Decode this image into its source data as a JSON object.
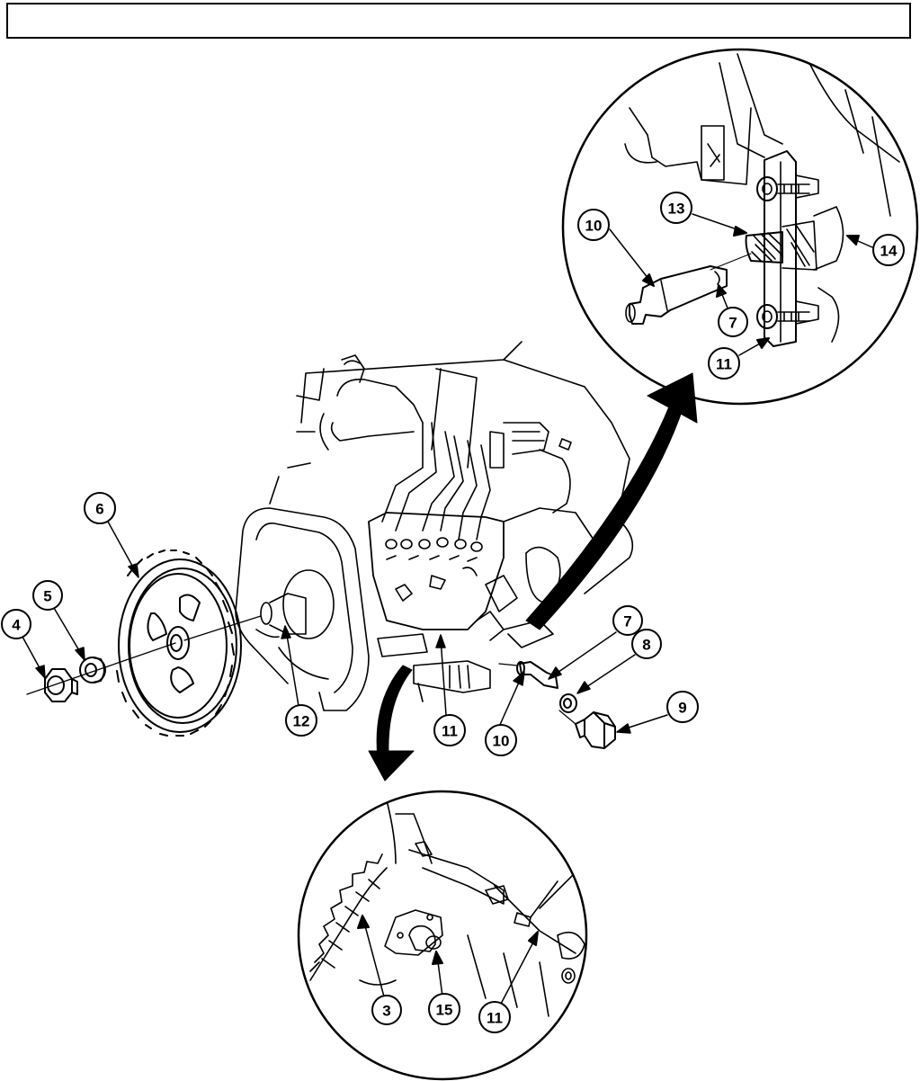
{
  "colors": {
    "ink": "#000000",
    "paper": "#ffffff"
  },
  "callouts": {
    "c4": "4",
    "c5": "5",
    "c6": "6",
    "c12": "12",
    "c11_main": "11",
    "c10_main": "10",
    "c7_main": "7",
    "c8": "8",
    "c9": "9",
    "c10_detail": "10",
    "c13": "13",
    "c14": "14",
    "c7_detail": "7",
    "c11_detail": "11",
    "c3": "3",
    "c15": "15",
    "c11_bottom": "11"
  }
}
